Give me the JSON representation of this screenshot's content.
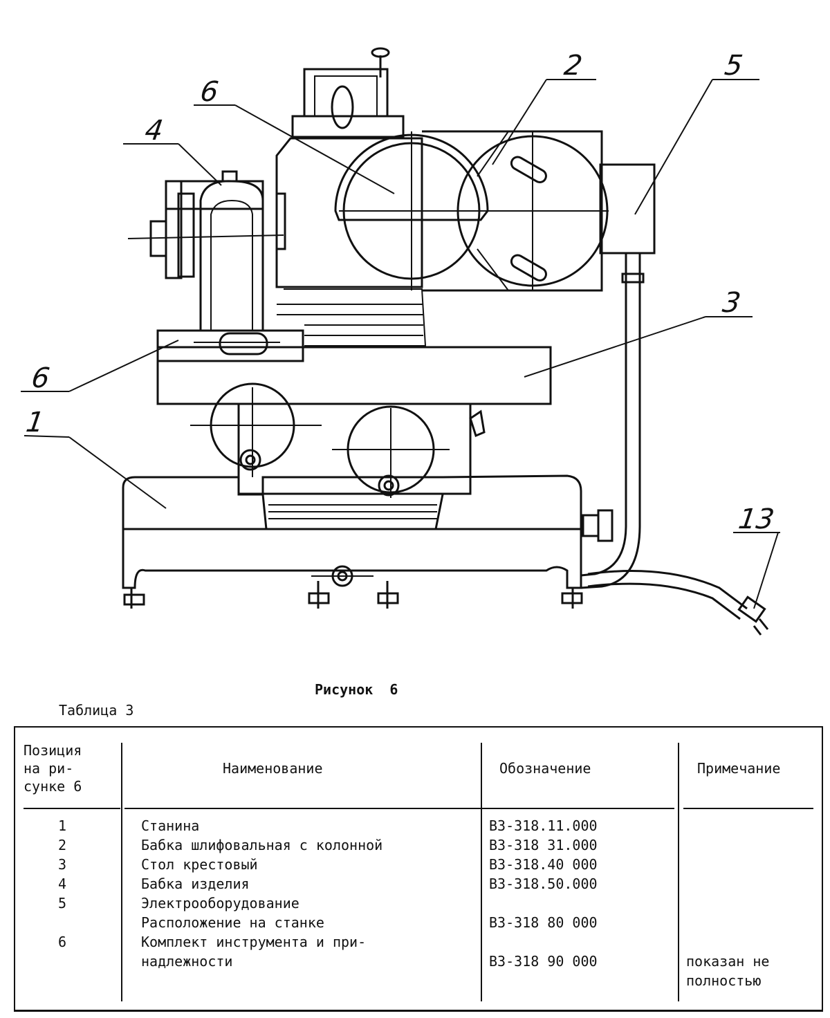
{
  "drawing": {
    "callouts": [
      "1",
      "2",
      "3",
      "4",
      "5",
      "6",
      "6",
      "13"
    ]
  },
  "figure_caption": "Рисунок  6",
  "table_caption": "Таблица 3",
  "table": {
    "headers": {
      "position": "Позиция\nна ри-\nсунке 6",
      "name": "Наименование",
      "designation": "Обозначение",
      "note": "Примечание"
    },
    "rows": [
      {
        "pos": "1",
        "name": "Станина",
        "code": "В3-318.11.000",
        "note": ""
      },
      {
        "pos": "2",
        "name": "Бабка шлифовальная с колонной",
        "code": "В3-318 31.000",
        "note": ""
      },
      {
        "pos": "3",
        "name": "Стол крестовый",
        "code": "В3-318.40 000",
        "note": ""
      },
      {
        "pos": "4",
        "name": "Бабка изделия",
        "code": "В3-318.50.000",
        "note": ""
      },
      {
        "pos": "5",
        "name": "Электрооборудование",
        "code": "",
        "note": ""
      },
      {
        "pos": "",
        "name": "Расположение на станке",
        "code": "В3-318 80 000",
        "note": ""
      },
      {
        "pos": "6",
        "name": "Комплект инструмента и при-",
        "code": "",
        "note": ""
      },
      {
        "pos": "",
        "name": "надлежности",
        "code": "В3-318 90 000",
        "note": "показан не"
      },
      {
        "pos": "",
        "name": "",
        "code": "",
        "note": "полностью"
      }
    ]
  }
}
